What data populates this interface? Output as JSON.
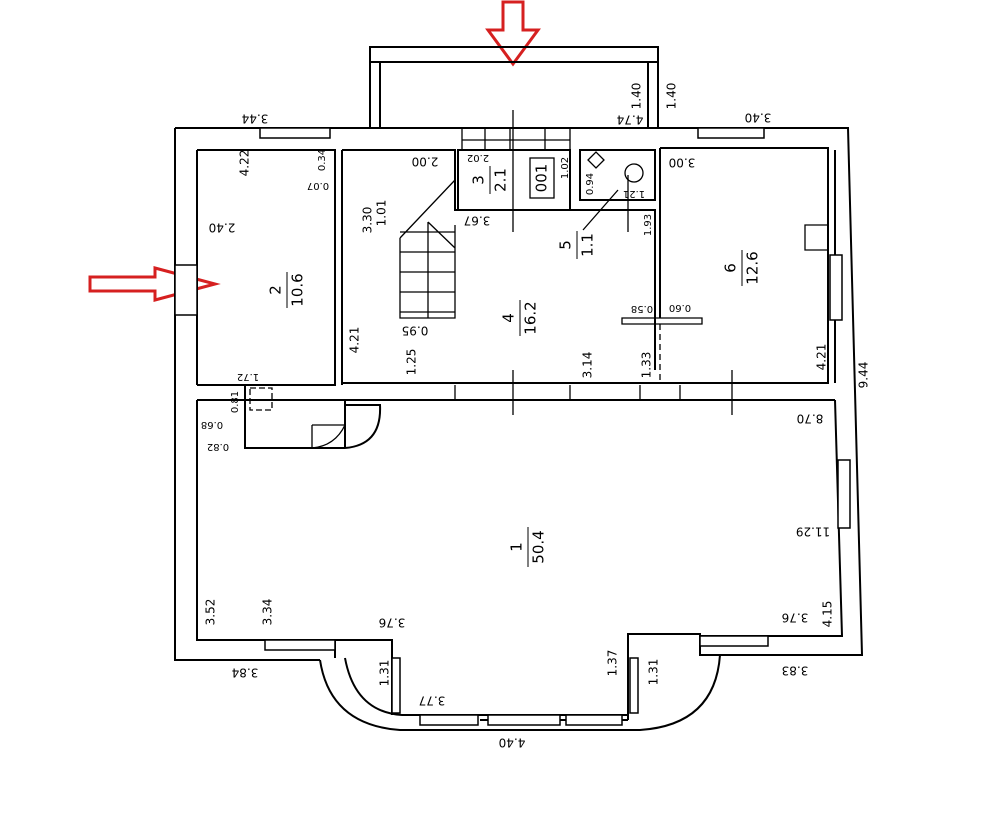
{
  "plan": {
    "rooms": [
      {
        "number": "1",
        "area": "50.4"
      },
      {
        "number": "2",
        "area": "10.6"
      },
      {
        "number": "3",
        "area": "2.1"
      },
      {
        "number": "4",
        "area": "16.2"
      },
      {
        "number": "5",
        "area": "1.1"
      },
      {
        "number": "6",
        "area": "12.6"
      }
    ],
    "fixture_label": "001",
    "dimensions": [
      "3.44",
      "4.22",
      "0.34",
      "0.07",
      "2.40",
      "2.00",
      "3.30",
      "1.01",
      "0.95",
      "4.21",
      "1.25",
      "2.02",
      "1.02",
      "3.67",
      "0.94",
      "1.21",
      "1.93",
      "0.58",
      "0.60",
      "3.14",
      "1.33",
      "1.40",
      "1.40",
      "4.74",
      "3.40",
      "3.00",
      "4.21",
      "9.44",
      "8.70",
      "11.29",
      "4.15",
      "3.76",
      "3.83",
      "1.72",
      "0.81",
      "0.68",
      "0.82",
      "3.52",
      "3.34",
      "3.76",
      "3.84",
      "1.31",
      "3.77",
      "4.40",
      "1.37",
      "1.31"
    ],
    "colors": {
      "walls": "#000000",
      "entry_arrows": "#d62020"
    }
  }
}
